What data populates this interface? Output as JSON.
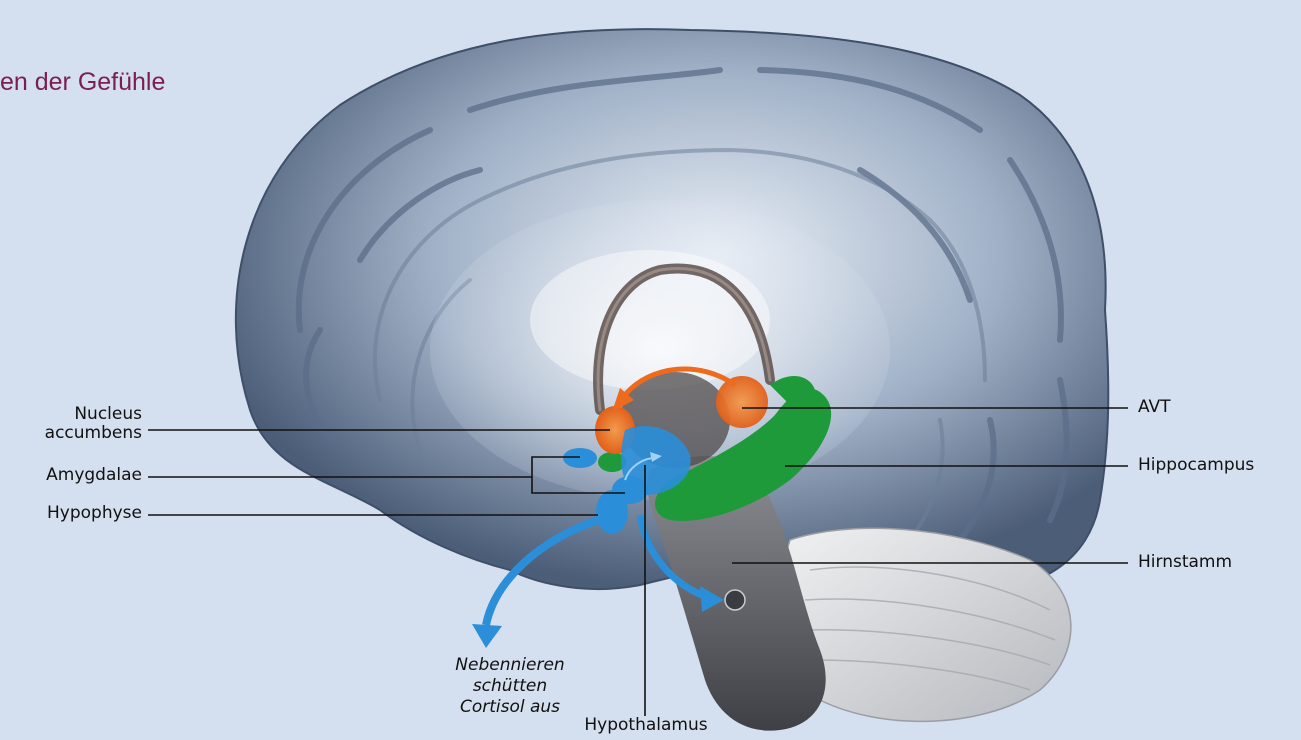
{
  "title": "en der Gefühle",
  "labels": {
    "nucleus_accumbens": "Nucleus\naccumbens",
    "amygdalae": "Amygdalae",
    "hypophyse": "Hypophyse",
    "avt": "AVT",
    "hippocampus": "Hippocampus",
    "hirnstamm": "Hirnstamm",
    "hypothalamus": "Hypothalamus",
    "nebennieren": "Nebennieren\nschütten\nCortisol aus"
  },
  "colors": {
    "background": "#d4dfef",
    "title": "#7b1f4f",
    "reward": "#ee6a1c",
    "stress": "#2a8ed8",
    "memory": "#1f9a3a"
  }
}
